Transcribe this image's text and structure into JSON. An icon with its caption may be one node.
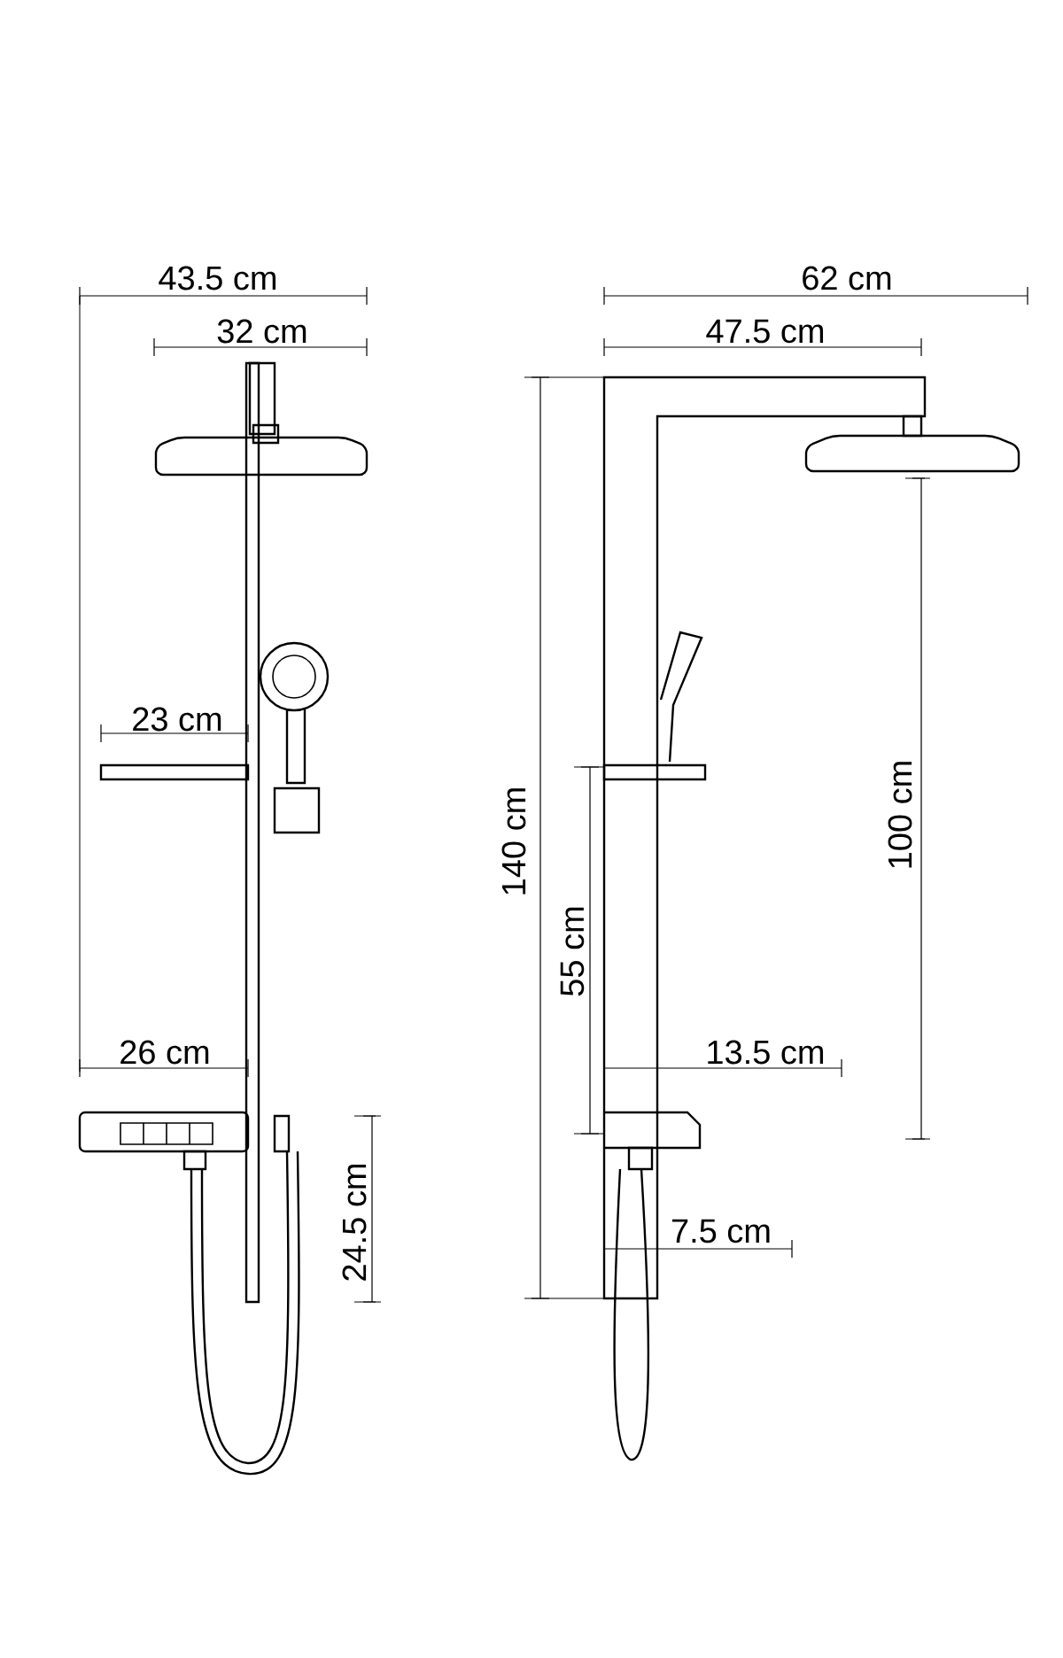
{
  "diagram": {
    "labels": [
      "43.5 cm",
      "62 cm",
      "32 cm",
      "47.5 cm",
      "23 cm",
      "140 cm",
      "100 cm",
      "55 cm",
      "26 cm",
      "13.5 cm",
      "24.5 cm",
      "7.5 cm"
    ]
  }
}
